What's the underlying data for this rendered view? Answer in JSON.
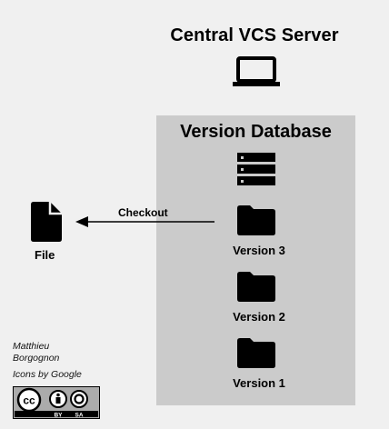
{
  "server": {
    "title": "Central VCS Server",
    "icon": "laptop-icon"
  },
  "database": {
    "title": "Version Database",
    "icon": "storage-icon",
    "background": "#cbcbcb",
    "versions": [
      {
        "label": "Version 3",
        "icon": "folder-icon"
      },
      {
        "label": "Version 2",
        "icon": "folder-icon"
      },
      {
        "label": "Version 1",
        "icon": "folder-icon"
      }
    ]
  },
  "checkout": {
    "label": "Checkout",
    "icon": "arrow-left-icon"
  },
  "file": {
    "label": "File",
    "icon": "file-icon"
  },
  "credits": {
    "author_line1": "Matthieu",
    "author_line2": "Borgognon",
    "icons_credit": "Icons by Google",
    "license_text_by": "BY",
    "license_text_sa": "SA",
    "license_icon": "cc-by-sa-badge",
    "license_accent": "#ef9421"
  }
}
